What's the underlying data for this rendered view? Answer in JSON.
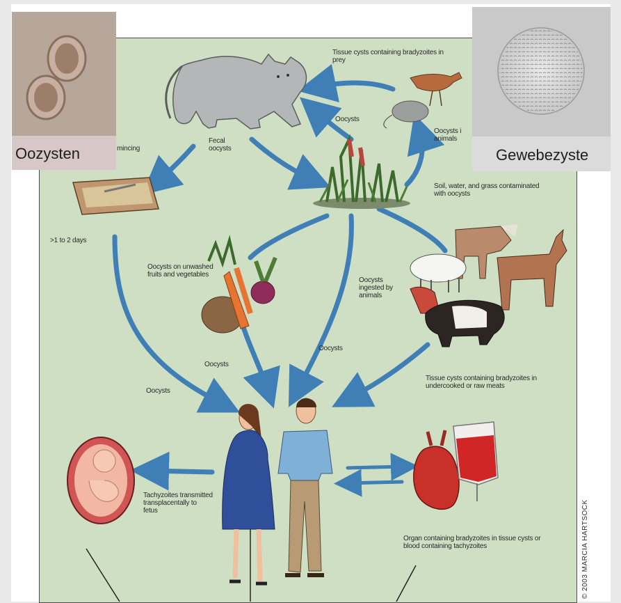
{
  "photos": {
    "oocyst_label": "Oozysten",
    "tissue_cyst_label": "Gewebezyste"
  },
  "labels": {
    "tissue_cysts_prey": "Tissue cysts containing bradyzoites in prey",
    "oocysts_top": "Oocysts",
    "oocysts_in_animals": "Oocysts i animals",
    "mincing": "mincing",
    "fecal_oocysts": "Fecal oocysts",
    "soil_water_grass": "Soil, water, and grass contaminated with oocysts",
    "days": ">1 to 2 days",
    "oocysts_fruits": "Oocysts on unwashed fruits and vegetables",
    "oocysts_ingested": "Oocysts ingested by animals",
    "oocysts_center": "Oocysts",
    "oocysts_mid": "Oocysts",
    "oocysts_left": "Oocysts",
    "tissue_cysts_meats": "Tissue cysts containing bradyzoites in undercooked or raw meats",
    "tachyzoites": "Tachyzoites transmitted transplacentally to fetus",
    "organ": "Organ containing bradyzoites in tissue cysts or blood containing tachyzoites",
    "credit": "© 2003 MARCIA HARTSOCK"
  },
  "colors": {
    "panel_bg": "#cfdfc4",
    "arrow_blue": "#3f7fb6",
    "label_photo_bg": "#d7c7c7"
  }
}
